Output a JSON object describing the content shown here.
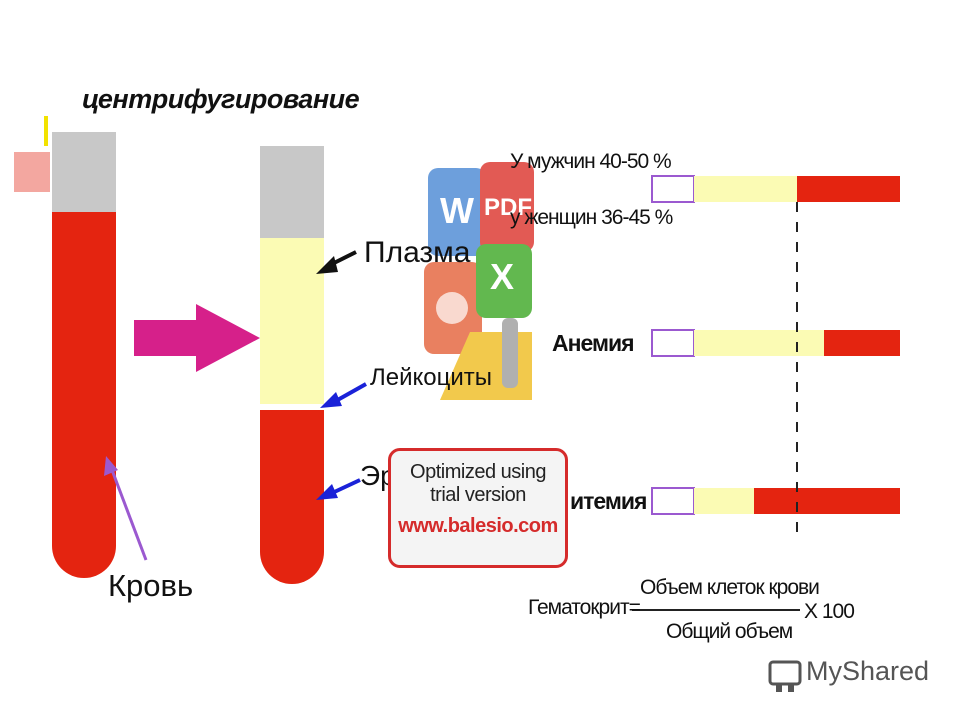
{
  "title": "центрифугирование",
  "tube_labels": {
    "blood": "Кровь",
    "plasma": "Плазма",
    "leukocytes": "Лейкоциты",
    "erythrocytes_partial": "Эр"
  },
  "bars": [
    {
      "label_1": "У мужчин 40-50 %",
      "label_2": "у женщин 36-45 %",
      "empty_pct": 17,
      "yellow_pct": 41,
      "red_pct": 42
    },
    {
      "label": "Анемия",
      "empty_pct": 17,
      "yellow_pct": 52,
      "red_pct": 31
    },
    {
      "label": "итемия",
      "empty_pct": 17,
      "yellow_pct": 25,
      "red_pct": 58
    }
  ],
  "formula": {
    "lhs": "Гематокрит=",
    "numerator": "Объем клеток крови",
    "denominator": "Общий объем",
    "multiplier": "X 100"
  },
  "watermark": {
    "line1": "Optimized using",
    "line2": "trial version",
    "line3": "www.balesio.com"
  },
  "brand": "MyShared",
  "icon_letters": {
    "word": "W",
    "pdf": "PDF",
    "excel": "X"
  },
  "colors": {
    "red": "#e42410",
    "yellow": "#fbfbb4",
    "gray": "#c8c8c8",
    "outline": "#9b59d0",
    "arrow": "#d6208a",
    "blue": "#1a22d8"
  }
}
